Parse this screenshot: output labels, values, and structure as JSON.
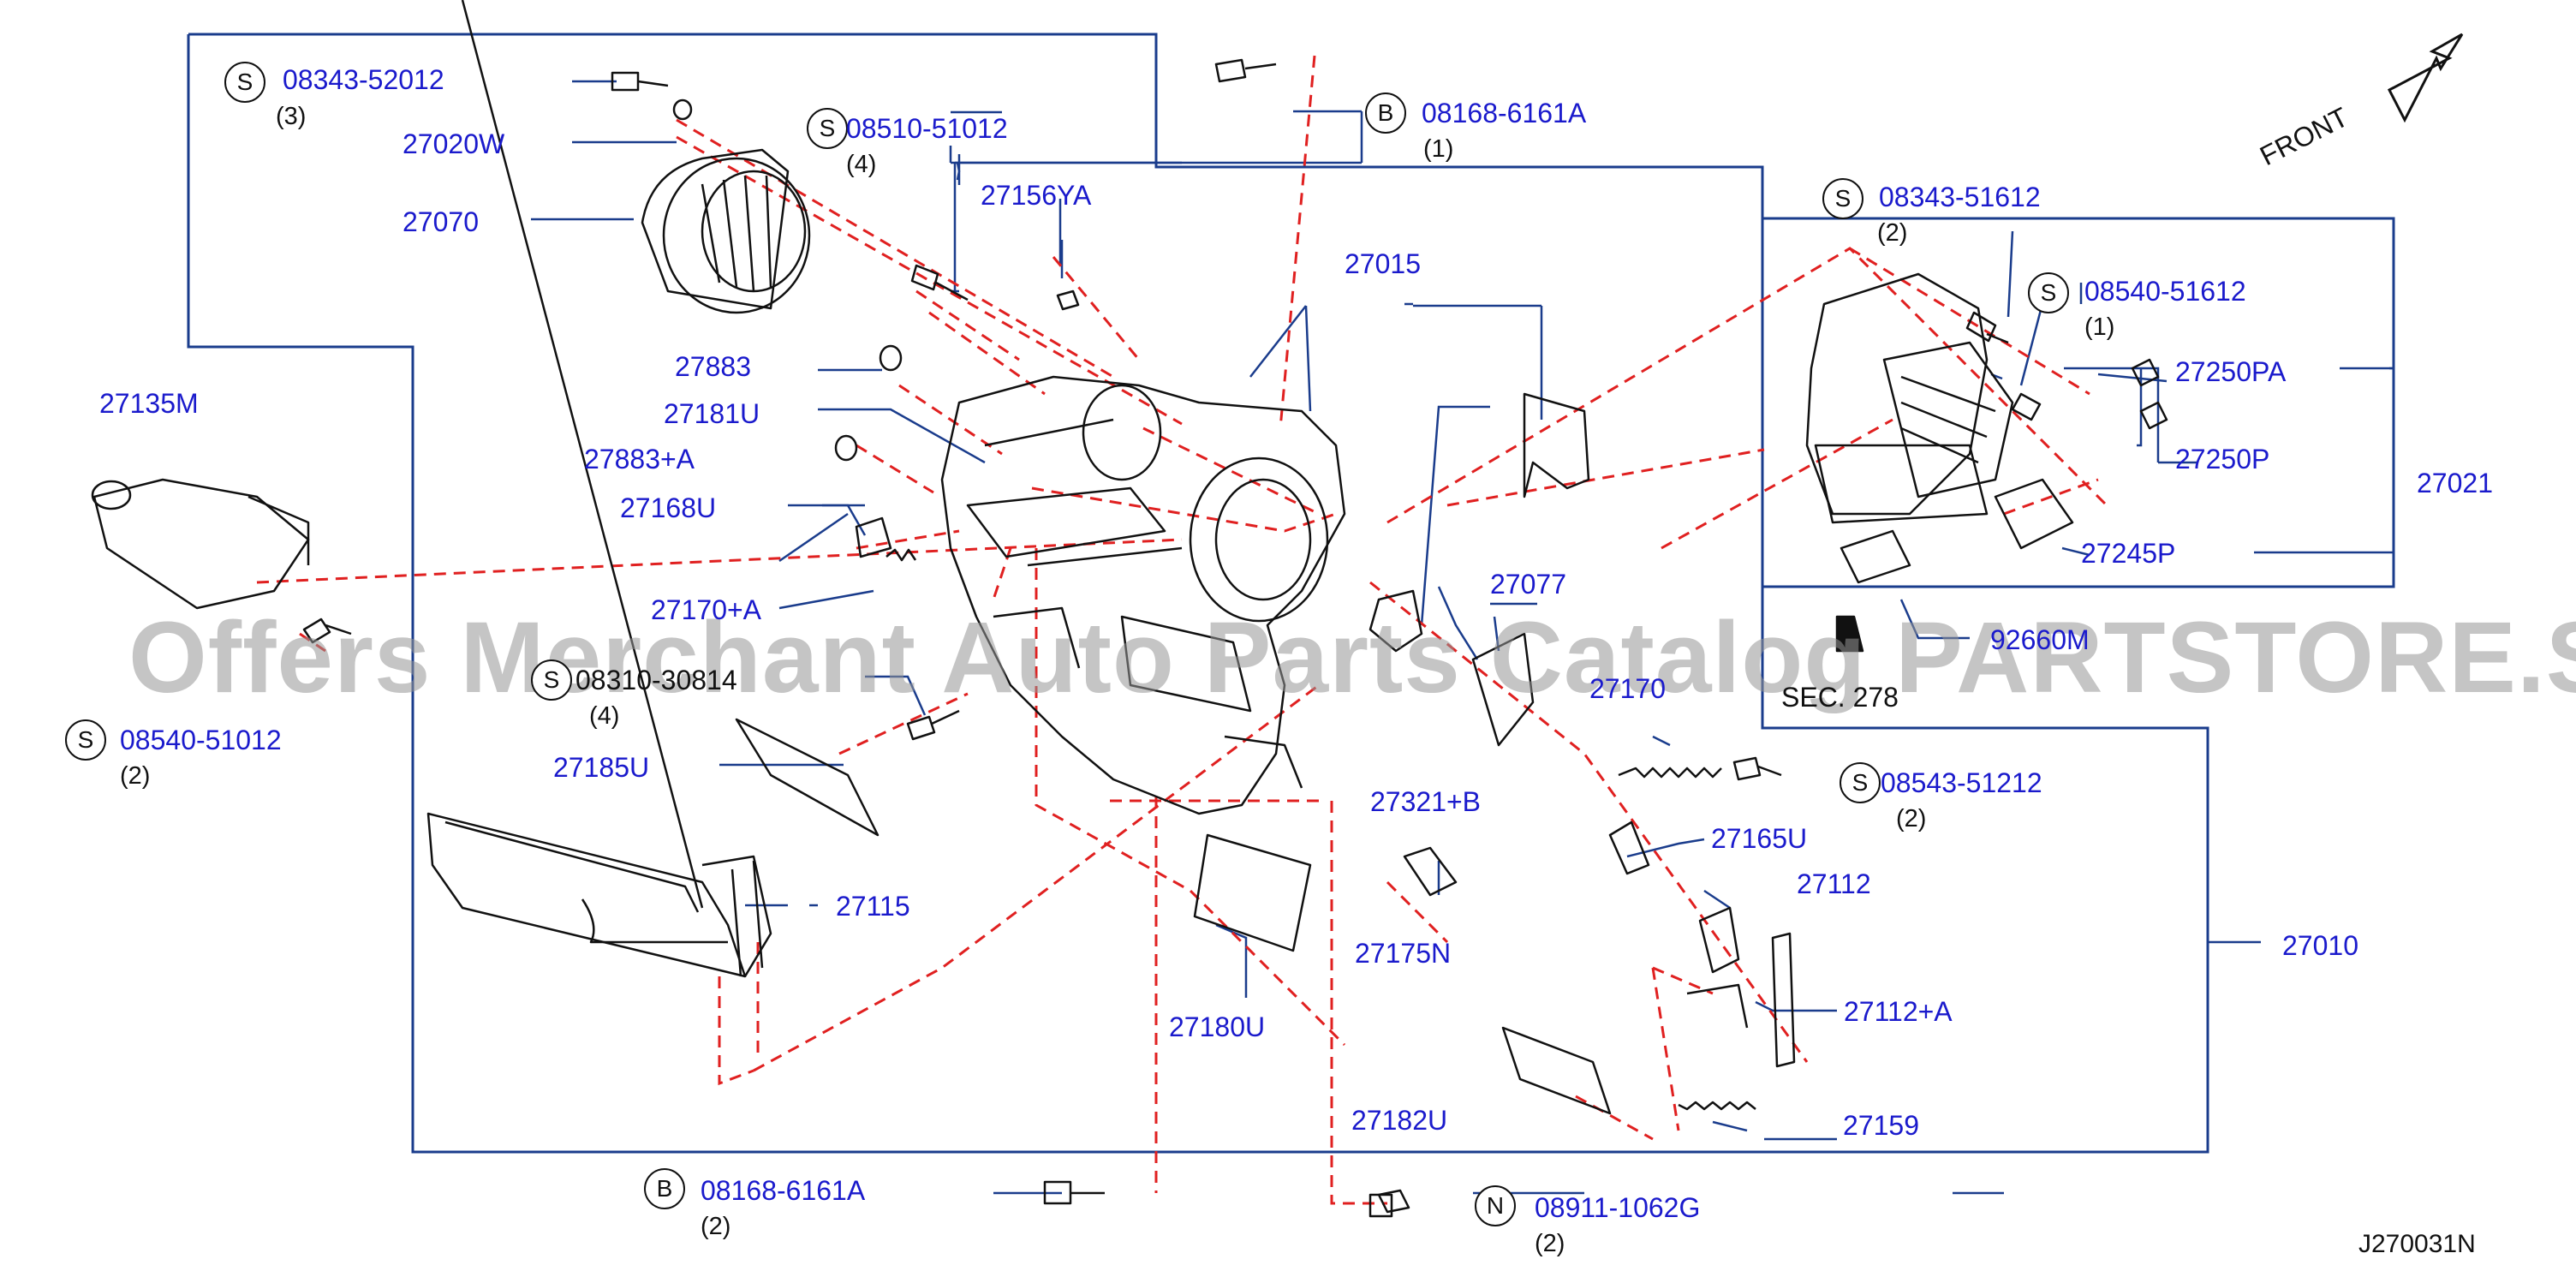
{
  "diagram": {
    "code": "J270031N",
    "front_label": "FRONT",
    "sec_label": "SEC. 278",
    "watermark": "Offers Merchant Auto Parts Catalog PARTSTORE.SA"
  },
  "symbols": {
    "s": "S",
    "b": "B",
    "n": "N"
  },
  "parts": {
    "p_08343_52012": "08343-52012",
    "q_08343_52012": "(3)",
    "p_27020W": "27020W",
    "p_08510_51012": "08510-51012",
    "q_08510_51012": "(4)",
    "p_27070": "27070",
    "p_27156YA": "27156YA",
    "p_08168_top": "08168-6161A",
    "q_08168_top": "(1)",
    "p_27015": "27015",
    "p_27883": "27883",
    "p_27181U": "27181U",
    "p_27883A": "27883+A",
    "p_27168U": "27168U",
    "p_27170A": "27170+A",
    "p_27135M": "27135M",
    "p_08540_51012": "08540-51012",
    "q_08540_51012": "(2)",
    "p_08310": "08310-30814",
    "q_08310": "(4)",
    "p_27185U": "27185U",
    "p_27115": "27115",
    "p_27180U": "27180U",
    "p_27175N": "27175N",
    "p_27321B": "27321+B",
    "p_27077": "27077",
    "p_27170": "27170",
    "p_08543_51212": "08543-51212",
    "q_08543_51212": "(2)",
    "p_27165U": "27165U",
    "p_27112": "27112",
    "p_27112A": "27112+A",
    "p_27010": "27010",
    "p_27182U": "27182U",
    "p_27159": "27159",
    "p_08168_bot": "08168-6161A",
    "q_08168_bot": "(2)",
    "p_08911": "08911-1062G",
    "q_08911": "(2)",
    "p_08343_51612": "08343-51612",
    "q_08343_51612": "(2)",
    "p_08540_51612": "08540-51612",
    "q_08540_51612": "(1)",
    "p_27250PA": "27250PA",
    "p_27250P": "27250P",
    "p_27021": "27021",
    "p_27245P": "27245P",
    "p_92660M": "92660M"
  },
  "colors": {
    "callout": "#1a1acc",
    "frame": "#1a3c8c",
    "dash": "#e02020",
    "line": "#111111"
  }
}
